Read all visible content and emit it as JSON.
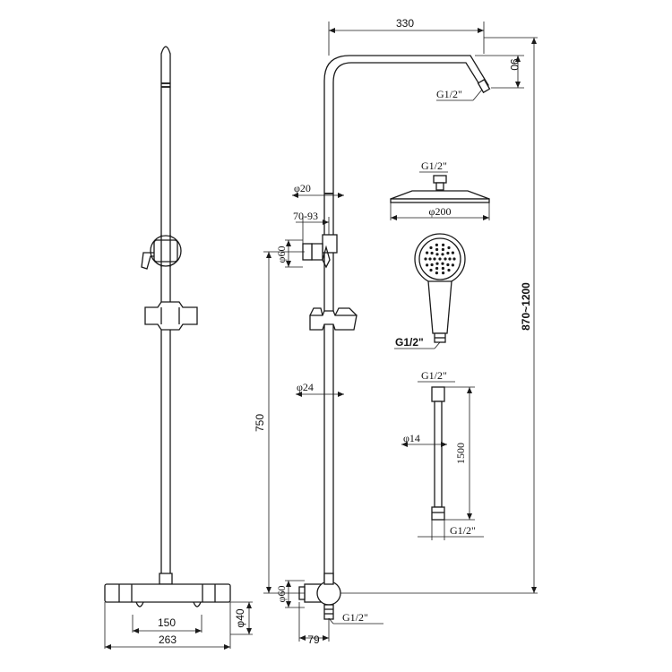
{
  "labels": {
    "arm_length": "330",
    "arm_drop": "90",
    "arm_thread": "G1/2\"",
    "total_height": "870~1200",
    "pipe_dia_upper": "φ20",
    "bracket_range": "70-93",
    "bracket_dia": "φ60",
    "pipe_dia_lower": "φ24",
    "rail_length": "750",
    "head_thread": "G1/2\"",
    "head_dia": "φ200",
    "handset_thread": "G1/2\"",
    "hose_thread_top": "G1/2\"",
    "hose_dia": "φ14",
    "hose_length": "1500",
    "hose_thread_bottom": "G1/2\"",
    "valve_dia": "φ60",
    "valve_thread": "G1/2\"",
    "valve_offset": "79",
    "centres": "150",
    "valve_width": "263",
    "valve_depth": "φ40"
  }
}
